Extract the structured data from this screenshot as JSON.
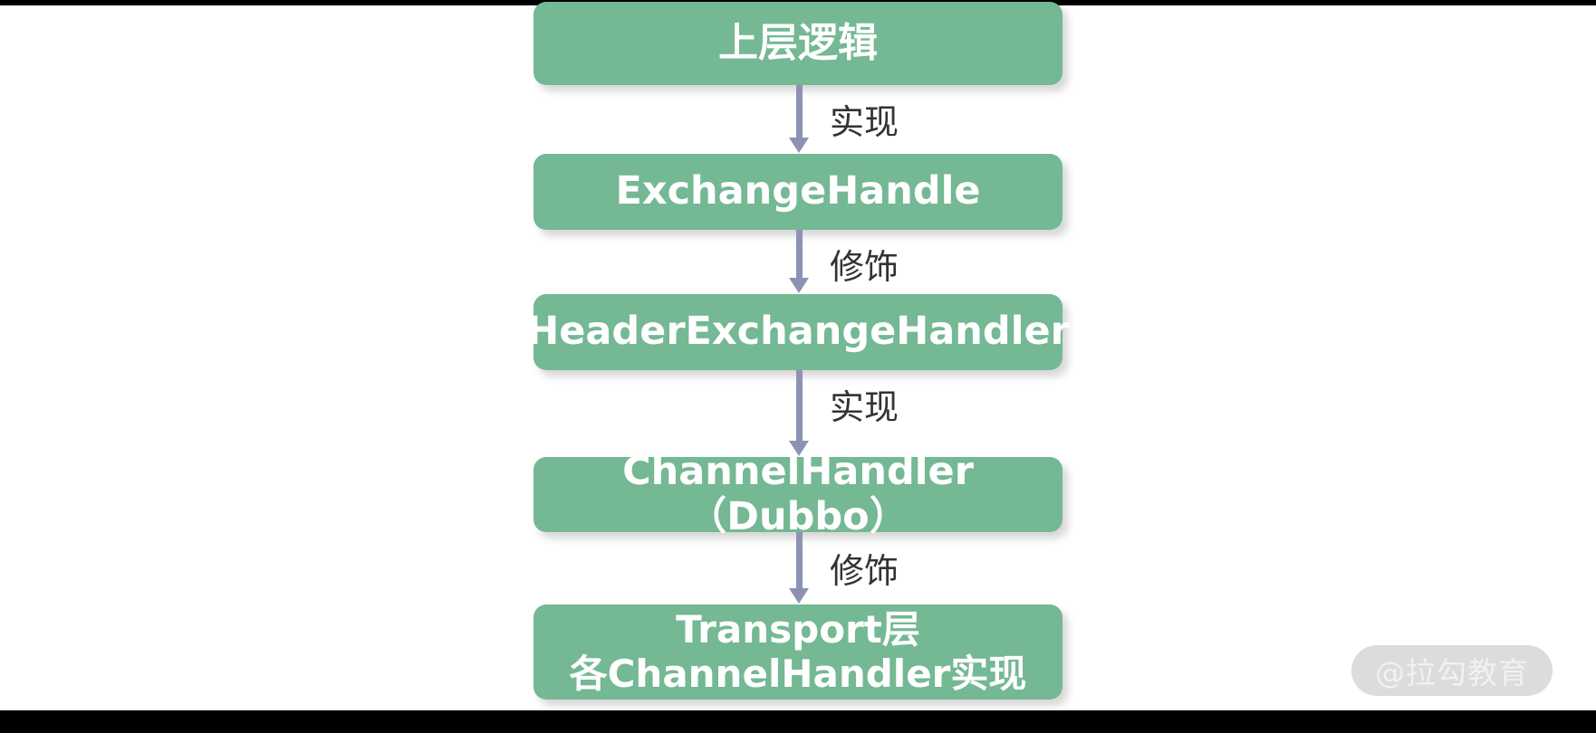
{
  "diagram": {
    "title_colors": {
      "node_fill": "#74b894",
      "node_text": "#ffffff",
      "arrow": "#8d92b5",
      "edge_label_text": "#333333",
      "background": "#ffffff",
      "letterbox": "#000000",
      "watermark_pill": "#dcdcdc",
      "watermark_text": "#f1f1f1"
    },
    "nodes": [
      {
        "id": "upper-logic",
        "label": "上层逻辑"
      },
      {
        "id": "exchange-handle",
        "label": "ExchangeHandle"
      },
      {
        "id": "header-exchange-handler",
        "label": "HeaderExchangeHandler"
      },
      {
        "id": "channel-handler-dubbo",
        "label": "ChannelHandler（Dubbo）"
      },
      {
        "id": "transport-layer",
        "label": "Transport层\n各ChannelHandler实现"
      }
    ],
    "edges": [
      {
        "id": "edge-1",
        "from": "upper-logic",
        "to": "exchange-handle",
        "label": "实现"
      },
      {
        "id": "edge-2",
        "from": "exchange-handle",
        "to": "header-exchange-handler",
        "label": "修饰"
      },
      {
        "id": "edge-3",
        "from": "header-exchange-handler",
        "to": "channel-handler-dubbo",
        "label": "实现"
      },
      {
        "id": "edge-4",
        "from": "channel-handler-dubbo",
        "to": "transport-layer",
        "label": "修饰"
      }
    ],
    "watermark": {
      "text": "@拉勾教育"
    }
  }
}
